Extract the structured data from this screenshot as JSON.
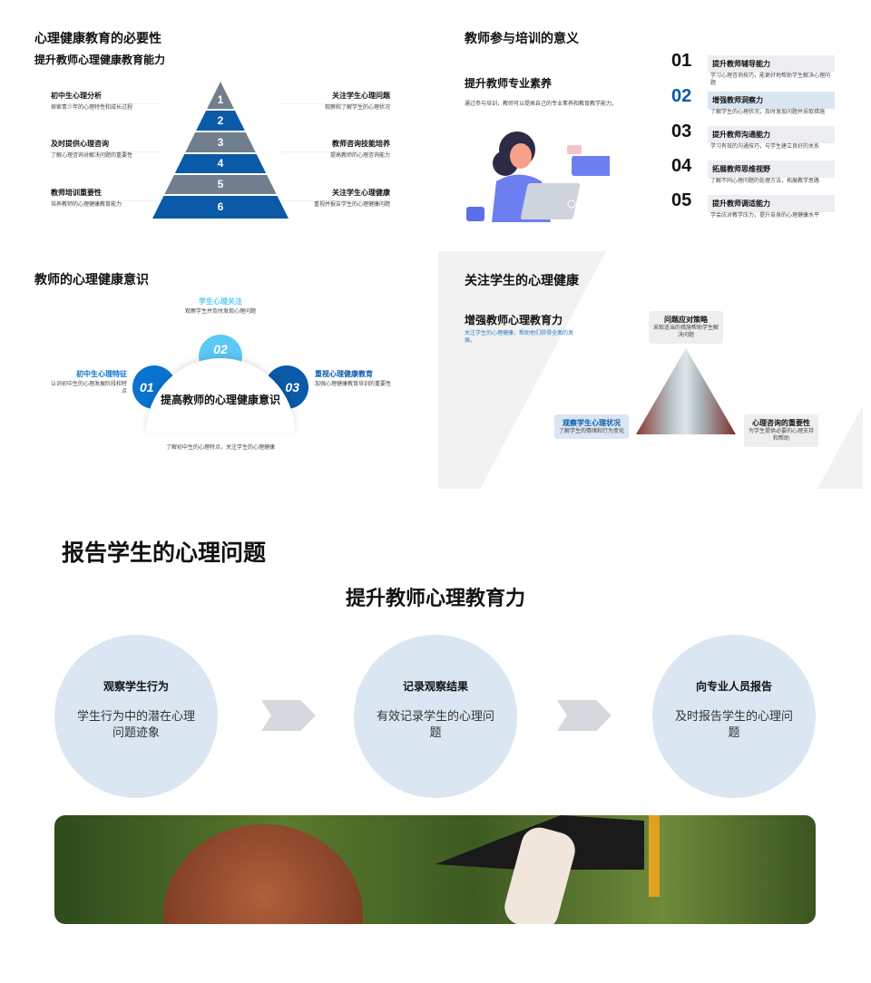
{
  "panel1": {
    "title": "心理健康教育的必要性",
    "subtitle": "提升教师心理健康教育能力",
    "left": [
      {
        "t": "初中生心理分析",
        "d": "探索青少年的心理特性和成长过程"
      },
      {
        "t": "及时提供心理咨询",
        "d": "了解心理咨询对解决问题的重要性"
      },
      {
        "t": "教师培训重要性",
        "d": "培养教师的心理健康教育能力"
      }
    ],
    "right": [
      {
        "t": "关注学生心理问题",
        "d": "观察和了解学生的心理状况"
      },
      {
        "t": "教师咨询技能培养",
        "d": "提高教师的心理咨询能力"
      },
      {
        "t": "关注学生心理健康",
        "d": "重视并报告学生的心理健康问题"
      }
    ],
    "levels": [
      "1",
      "2",
      "3",
      "4",
      "5",
      "6"
    ]
  },
  "panel2": {
    "title": "教师参与培训的意义",
    "heading": "提升教师专业素养",
    "desc": "通过参与培训，教师可以提高自己的专业素养和教育教学能力。",
    "items": [
      {
        "n": "01",
        "t": "提升教师辅导能力",
        "d": "学习心理咨询技巧，能更好地帮助学生解决心理问题"
      },
      {
        "n": "02",
        "t": "增强教师洞察力",
        "d": "了解学生的心理状况，及时发现问题并采取措施"
      },
      {
        "n": "03",
        "t": "提升教师沟通能力",
        "d": "学习有效的沟通技巧，与学生建立良好的关系"
      },
      {
        "n": "04",
        "t": "拓展教师思维视野",
        "d": "了解不同心理问题的处理方法，拓展教学思路"
      },
      {
        "n": "05",
        "t": "提升教师调适能力",
        "d": "学会应对教学压力，提升自身的心理健康水平"
      }
    ]
  },
  "panel3": {
    "title": "教师的心理健康意识",
    "top": {
      "t": "学生心理关注",
      "d": "观察学生并及时发现心理问题"
    },
    "left": {
      "t": "初中生心理特征",
      "d": "认识初中生的心理发展阶段和特点"
    },
    "right": {
      "t": "重视心理健康教育",
      "d": "加强心理健康教育培训的重要性"
    },
    "center": "提高教师的心理健康意识",
    "bottom": "了解初中生的心理特点，关注学生的心理健康",
    "nums": [
      "01",
      "02",
      "03"
    ]
  },
  "panel4": {
    "title": "关注学生的心理健康",
    "heading": "增强教师心理教育力",
    "desc": "关注学生的心理健康，帮助他们获得全面的发展。",
    "top": {
      "t": "问题应对策略",
      "d": "采取适当的措施帮助学生解决问题"
    },
    "left": {
      "t": "观察学生心理状况",
      "d": "了解学生的情绪和行为变化"
    },
    "right": {
      "t": "心理咨询的重要性",
      "d": "为学生提供必要的心理支持和帮助"
    }
  },
  "panel5": {
    "title": "报告学生的心理问题",
    "subtitle": "提升教师心理教育力",
    "steps": [
      {
        "t": "观察学生行为",
        "d": "学生行为中的潜在心理问题迹象"
      },
      {
        "t": "记录观察结果",
        "d": "有效记录学生的心理问题"
      },
      {
        "t": "向专业人员报告",
        "d": "及时报告学生的心理问题"
      }
    ]
  },
  "colors": {
    "blue": "#0a5aa8",
    "gray": "#717e8e",
    "light": "#5bc8f5"
  }
}
